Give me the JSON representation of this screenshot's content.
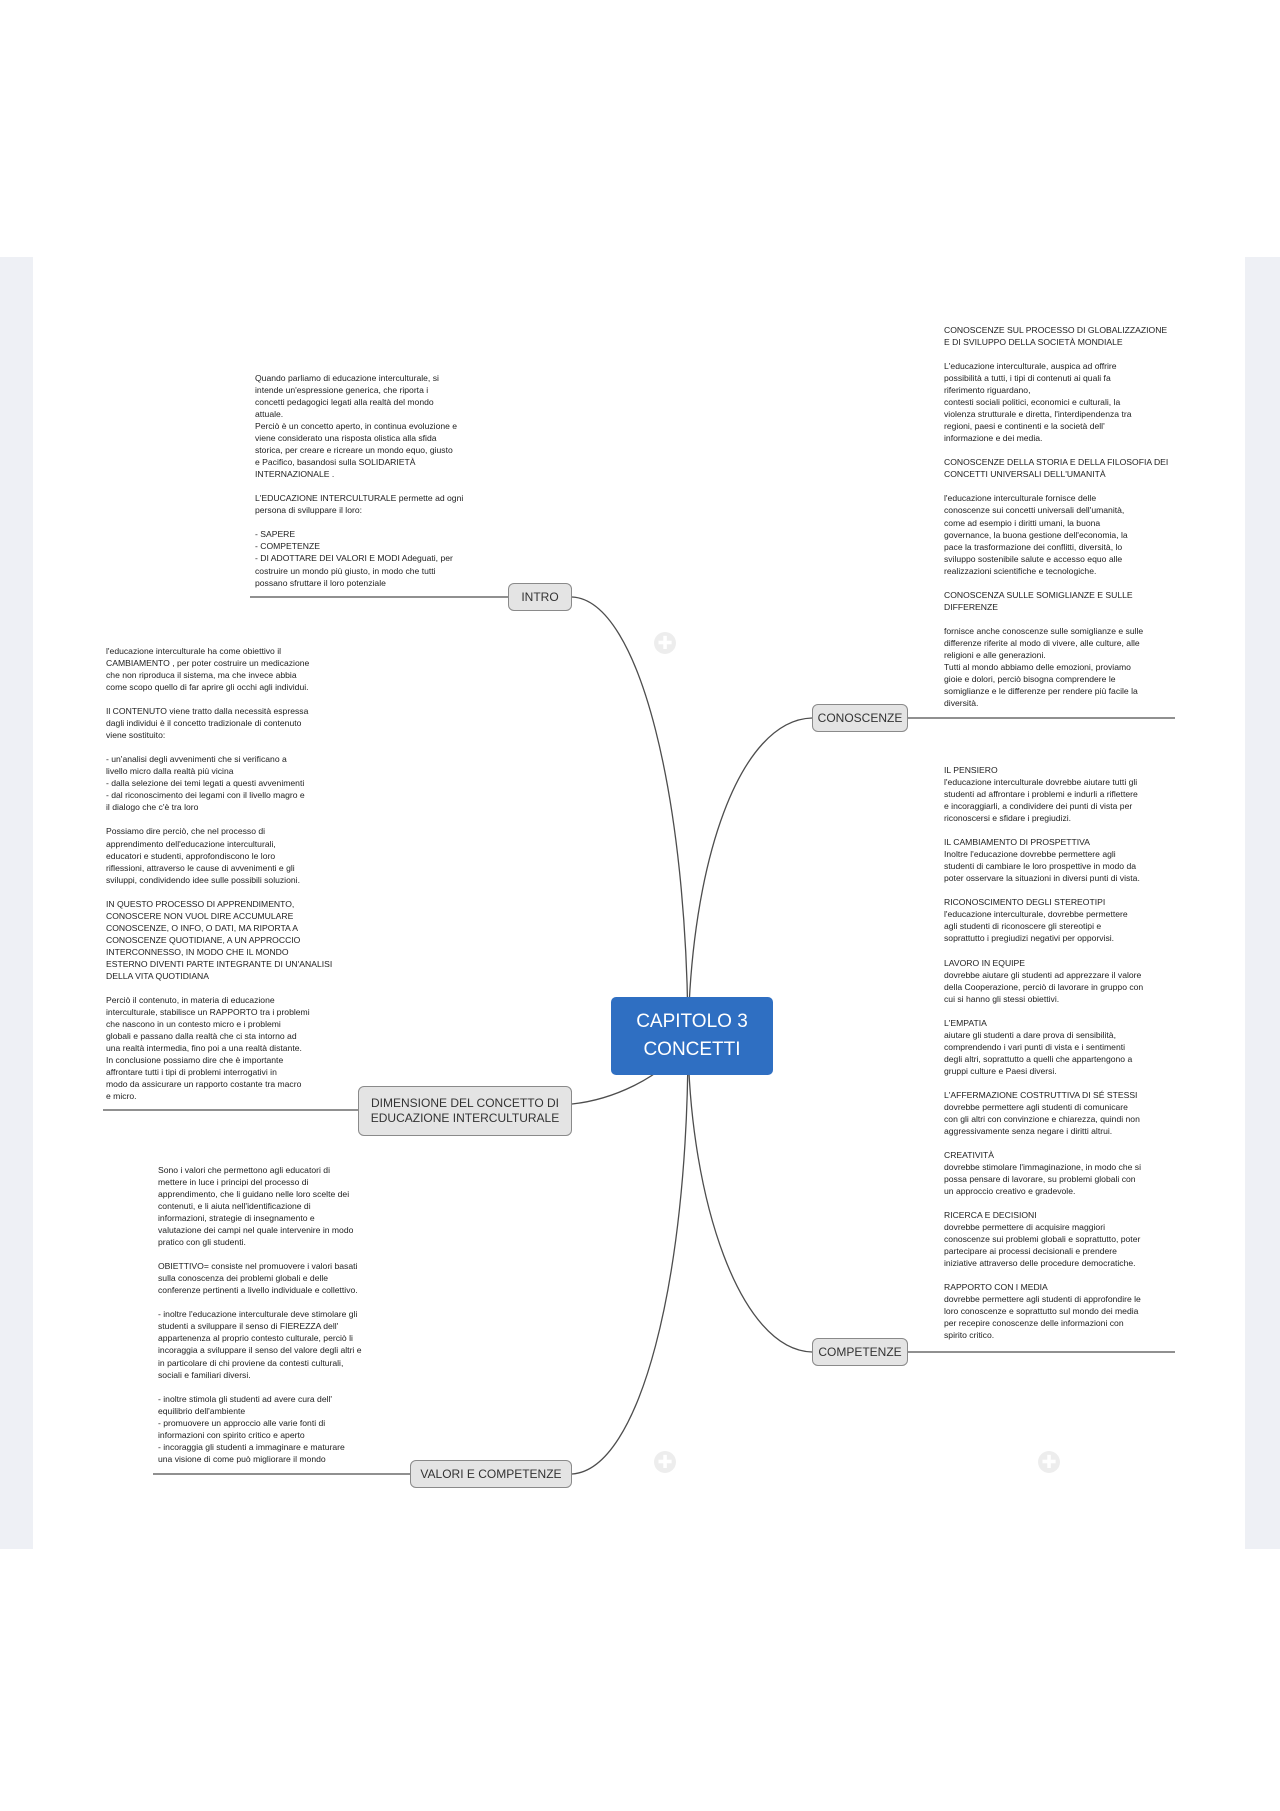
{
  "central": {
    "line1": "CAPITOLO 3",
    "line2": "CONCETTI"
  },
  "branches": {
    "intro": {
      "label": "INTRO",
      "note": "Quando parliamo di educazione interculturale, si\nintende un'espressione generica, che riporta i\nconcetti pedagogici legati alla realtà del mondo\nattuale.\nPerciò è un concetto aperto, in continua evoluzione e\nviene considerato una risposta olistica alla sfida\nstorica, per creare e ricreare un mondo equo, giusto\ne Pacifico, basandosi sulla SOLIDARIETÀ\nINTERNAZIONALE .\n\nL'EDUCAZIONE INTERCULTURALE permette ad ogni\npersona di sviluppare il loro:\n\n- SAPERE\n- COMPETENZE\n- DI ADOTTARE DEI VALORI E MODI Adeguati, per\ncostruire un mondo più giusto, in modo che tutti\npossano sfruttare il loro potenziale"
    },
    "dimensione": {
      "label_line1": "DIMENSIONE DEL CONCETTO DI",
      "label_line2": "EDUCAZIONE INTERCULTURALE",
      "note": "l'educazione interculturale ha come obiettivo il\nCAMBIAMENTO , per poter costruire un medicazione\nche non riproduca il sistema, ma che invece abbia\ncome scopo quello di far aprire gli occhi agli individui.\n\nIl CONTENUTO viene tratto dalla necessità espressa\ndagli individui è il concetto tradizionale di contenuto\nviene sostituito:\n\n- un'analisi degli avvenimenti che si verificano a\nlivello micro dalla realtà più vicina\n- dalla selezione dei temi legati a questi avvenimenti\n- dal riconoscimento dei legami con il livello magro e\nil dialogo che c'è tra loro\n\nPossiamo dire perciò, che nel processo di\napprendimento dell'educazione interculturali,\neducatori e studenti, approfondiscono le loro\nriflessioni, attraverso le cause di avvenimenti e gli\nsviluppi, condividendo idee sulle possibili soluzioni.\n\nIN QUESTO PROCESSO DI APPRENDIMENTO,\nCONOSCERE NON VUOL DIRE ACCUMULARE\nCONOSCENZE, O INFO, O DATI, MA RIPORTA A\nCONOSCENZE QUOTIDIANE, A UN APPROCCIO\nINTERCONNESSO, IN MODO CHE IL MONDO\nESTERNO DIVENTI PARTE INTEGRANTE DI UN'ANALISI\nDELLA VITA QUOTIDIANA\n\n Perciò il contenuto, in materia di educazione\ninterculturale, stabilisce un RAPPORTO tra i problemi\nche nascono in un contesto micro e i problemi\nglobali e passano dalla realtà che ci sta intorno ad\nuna realtà intermedia, fino poi a una realtà distante.\nIn conclusione possiamo dire che è importante\naffrontare tutti i tipi di problemi interrogativi in\nmodo da assicurare un rapporto costante tra macro\ne micro."
    },
    "valori": {
      "label": "VALORI E COMPETENZE",
      "note": "Sono i valori che permettono agli educatori di\nmettere in luce i principi del processo di\napprendimento, che li guidano nelle loro scelte dei\ncontenuti, e li aiuta nell'identificazione di\ninformazioni, strategie di insegnamento e\nvalutazione dei campi nel quale intervenire in modo\npratico con gli studenti.\n\nOBIETTIVO= consiste nel promuovere i valori basati\nsulla conoscenza dei problemi globali e delle\nconferenze pertinenti a livello individuale e collettivo.\n\n- inoltre l'educazione interculturale deve stimolare gli\nstudenti a sviluppare il senso di FIEREZZA dell'\nappartenenza al proprio contesto culturale, perciò li\nincoraggia a sviluppare il senso del valore degli altri e\nin particolare di chi proviene da contesti culturali,\nsociali e familiari diversi.\n\n- inoltre stimola gli studenti ad avere cura dell'\nequilibrio dell'ambiente\n- promuovere un approccio alle varie fonti di\ninformazioni con spirito critico e aperto\n- incoraggia gli studenti a immaginare e maturare\nuna visione di come può migliorare il mondo"
    },
    "conoscenze": {
      "label": "CONOSCENZE",
      "note": "CONOSCENZE SUL PROCESSO DI GLOBALIZZAZIONE\nE DI SVILUPPO DELLA SOCIETÀ MONDIALE\n\nL'educazione interculturale, auspica ad offrire\npossibilità a tutti, i tipi di contenuti ai quali fa\nriferimento riguardano,\ncontesti sociali politici, economici e culturali, la\nviolenza strutturale e diretta, l'interdipendenza tra\nregioni, paesi e continenti e la società dell'\ninformazione e dei media.\n\nCONOSCENZE DELLA STORIA E DELLA FILOSOFIA DEI\nCONCETTI UNIVERSALI DELL'UMANITÀ\n\n l'educazione interculturale fornisce delle\nconoscenze sui concetti universali dell'umanità,\ncome ad esempio i diritti umani, la buona\ngovernance, la buona gestione dell'economia, la\npace la trasformazione dei conflitti, diversità, lo\nsviluppo sostenibile salute e accesso equo alle\nrealizzazioni scientifiche e tecnologiche.\n\nCONOSCENZA SULLE SOMIGLIANZE E SULLE\nDIFFERENZE\n\nfornisce anche conoscenze sulle somiglianze e sulle\ndifferenze riferite al modo di vivere, alle culture, alle\nreligioni e alle generazioni.\nTutti al mondo abbiamo delle emozioni, proviamo\ngioie e dolori, perciò bisogna comprendere le\nsomiglianze e le differenze per rendere più facile la\ndiversità."
    },
    "competenze": {
      "label": "COMPETENZE",
      "note": "IL PENSIERO\nl'educazione interculturale dovrebbe aiutare tutti gli\nstudenti ad affrontare i problemi e indurli a riflettere\ne incoraggiarli, a condividere dei punti di vista per\nriconoscersi e sfidare i pregiudizi.\n\nIL CAMBIAMENTO DI PROSPETTIVA\nInoltre l'educazione dovrebbe permettere agli\nstudenti di cambiare le loro prospettive in modo da\npoter osservare la situazioni in diversi punti di vista.\n\nRICONOSCIMENTO DEGLI STEREOTIPI\nl'educazione interculturale, dovrebbe permettere\nagli studenti di riconoscere gli stereotipi e\nsoprattutto i pregiudizi negativi per opporvisi.\n\nLAVORO IN EQUIPE\ndovrebbe aiutare gli studenti ad apprezzare il valore\ndella Cooperazione, perciò di lavorare in gruppo con\ncui si hanno gli stessi obiettivi.\n\nL'EMPATIA\naiutare gli studenti a dare prova di sensibilità,\ncomprendendo i vari punti di vista e i sentimenti\ndegli altri, soprattutto a quelli che appartengono a\ngruppi culture e Paesi diversi.\n\nL'AFFERMAZIONE COSTRUTTIVA DI SÉ STESSI\ndovrebbe permettere agli studenti di comunicare\ncon gli altri con convinzione e chiarezza, quindi non\naggressivamente senza negare i diritti altrui.\n\nCREATIVITÀ\ndovrebbe stimolare l'immaginazione, in modo che si\npossa pensare di lavorare, su problemi globali con\nun approccio creativo e gradevole.\n\nRICERCA E DECISIONI\ndovrebbe permettere di acquisire maggiori\nconoscenze sui problemi globali e soprattutto, poter\npartecipare ai processi decisionali e prendere\niniziative attraverso delle procedure democratiche.\n\nRAPPORTO CON I MEDIA\ndovrebbe permettere agli studenti di approfondire le\nloro conoscenze e soprattutto sul mondo dei media\nper recepire conoscenze delle informazioni con\nspirito critico."
    }
  },
  "watermark_icon": "xmind-logo-icon",
  "colors": {
    "central": "#2f6fc2",
    "node_bg": "#e4e4e4",
    "line": "#555555"
  }
}
